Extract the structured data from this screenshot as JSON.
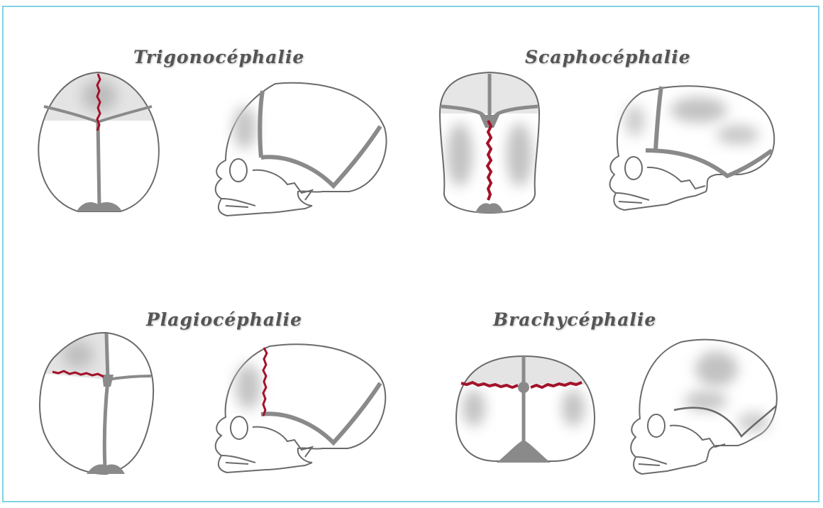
{
  "titles": {
    "trigonocephalie": "Trigonocéphalie",
    "scaphocephalie": "Scaphocéphalie",
    "plagiocephalie": "Plagiocéphalie",
    "brachycephalie": "Brachycéphalie"
  },
  "colors": {
    "frame": "#7fd3e6",
    "outline": "#6a6a6a",
    "suture": "#8a8a8a",
    "fused_suture": "#a3122a",
    "shading": "#b8b8b8",
    "title": "#555555"
  },
  "icons": [
    "skull-top-view",
    "skull-side-view"
  ]
}
